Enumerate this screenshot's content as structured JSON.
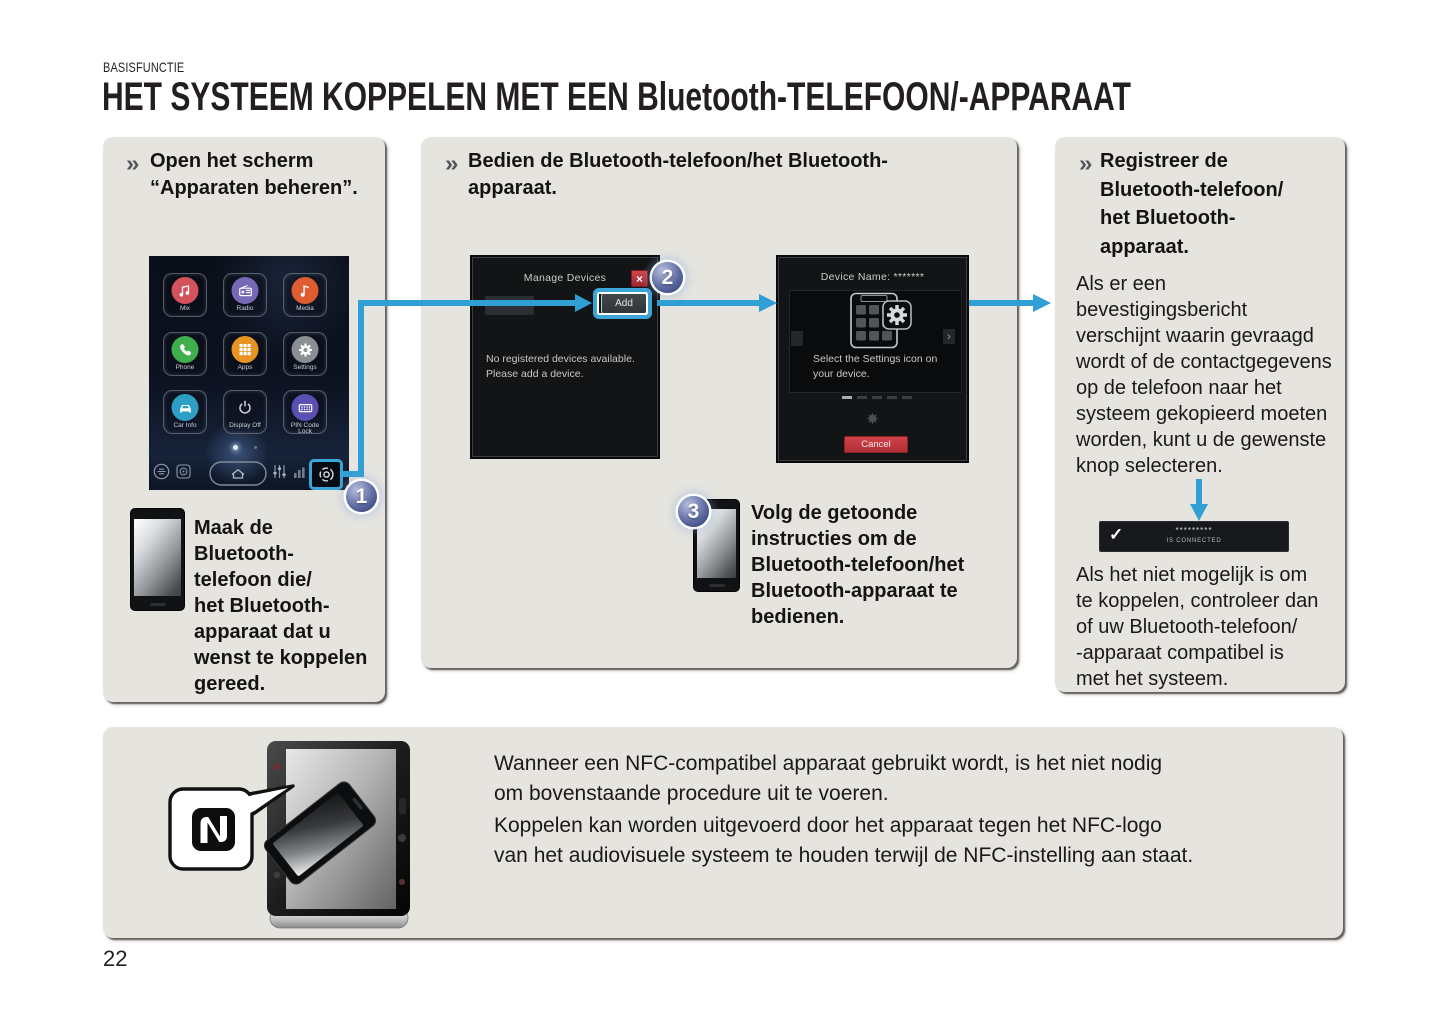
{
  "page": {
    "eyebrow": "BASISFUNCTIE",
    "title": "HET SYSTEEM KOPPELEN MET EEN Bluetooth-TELEFOON/-APPARAAT",
    "page_number": "22"
  },
  "colors": {
    "accent_blue": "#2f9fd4",
    "panel_bg": "#e5e4df",
    "callout_blue": "#5f6ca1",
    "alert_red": "#c23b42",
    "text": "#1a1a1a"
  },
  "step1": {
    "heading": "Open het scherm\n“Apparaten beheren”.",
    "callout_number": "1",
    "note": "Maak de\nBluetooth-\ntelefoon die/\nhet Bluetooth-\napparaat dat u\nwenst te koppelen\ngereed.",
    "home_screen": {
      "tiles": [
        {
          "label": "Mix",
          "color": "#d4525c"
        },
        {
          "label": "Radio",
          "color": "#7769b5"
        },
        {
          "label": "Media",
          "color": "#df5b31"
        },
        {
          "label": "Phone",
          "color": "#3fae4c"
        },
        {
          "label": "Apps",
          "color": "#e69523"
        },
        {
          "label": "Settings",
          "color": "#8b8e93"
        },
        {
          "label": "Car Info",
          "color": "#2e9fc4"
        },
        {
          "label": "Display Off",
          "color": ""
        },
        {
          "label": "PIN Code\nLock",
          "color": "#5a50b4"
        }
      ]
    }
  },
  "step2": {
    "heading": "Bedien de Bluetooth-telefoon/het Bluetooth-\napparaat.",
    "callout_number_add": "2",
    "callout_number_phone": "3",
    "note": "Volg de getoonde\ninstructies om de\nBluetooth-telefoon/het\nBluetooth-apparaat te\nbedienen.",
    "manage_devices_screen": {
      "title": "Manage Devices",
      "close_label": "×",
      "add_button": "Add",
      "message": "No registered devices available.\nPlease add a device."
    },
    "device_screen": {
      "title": "Device Name: *******",
      "instruction": "Select the Settings icon on\nyour device.",
      "prev_label": "",
      "next_label": "›",
      "spinner": "✸",
      "cancel_button": "Cancel"
    }
  },
  "step3": {
    "heading": "Registreer de\nBluetooth-telefoon/\nhet Bluetooth-\napparaat.",
    "para1": "Als er een\nbevestigingsbericht\nverschijnt waarin gevraagd\nwordt of de contactgegevens\nop de telefoon naar het\nsysteem gekopieerd moeten\nworden, kunt u de gewenste\nknop selecteren.",
    "connected_bar": {
      "check": "✓",
      "masked_name": "*********",
      "status": "IS CONNECTED"
    },
    "para2": "Als het niet mogelijk is om\nte koppelen, controleer dan\nof uw Bluetooth-telefoon/\n-apparaat compatibel is\nmet het systeem."
  },
  "nfc_note": {
    "para1": "Wanneer een NFC-compatibel apparaat gebruikt wordt, is het niet nodig\nom bovenstaande procedure uit te voeren.",
    "para2": "Koppelen kan worden uitgevoerd door het apparaat tegen het NFC-logo\nvan het audiovisuele systeem te houden terwijl de NFC-instelling aan staat."
  }
}
